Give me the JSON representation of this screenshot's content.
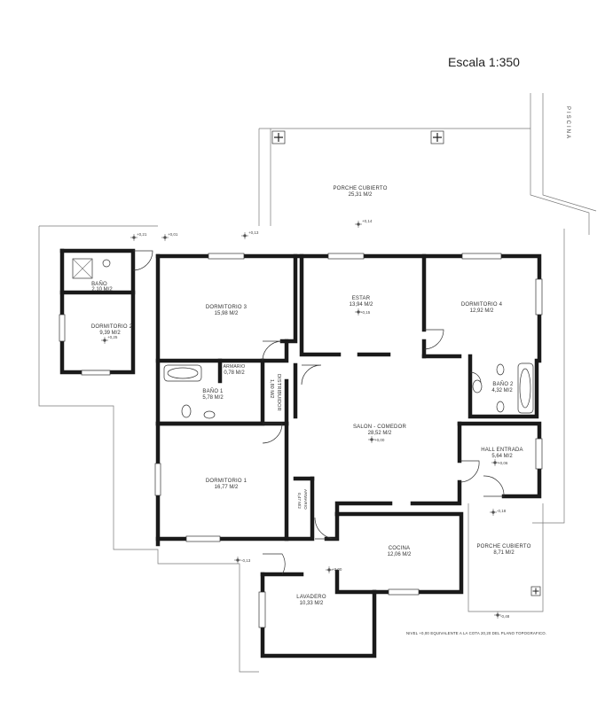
{
  "scale_label": "Escala 1:350",
  "pool_label": "PISCINA",
  "note": "NIVEL +0,00 EQUIVALENTE A LA COTA 20,20 DEL PLANO TOPOGRAFICO.",
  "rooms": {
    "porche_top": {
      "name": "PORCHE CUBIERTO",
      "area": "25,31 M/2"
    },
    "bano_small": {
      "name": "BAÑO",
      "area": "2,10 M/2"
    },
    "dormitorio2": {
      "name": "DORMITORIO 2",
      "area": "9,39 M/2"
    },
    "dormitorio3": {
      "name": "DORMITORIO 3",
      "area": "15,98 M/2"
    },
    "estar": {
      "name": "ESTAR",
      "area": "13,94 M/2"
    },
    "dormitorio4": {
      "name": "DORMITORIO 4",
      "area": "12,92 M/2"
    },
    "armario1": {
      "name": "ARMARIO",
      "area": "0,78 M/2"
    },
    "bano1": {
      "name": "BAÑO 1",
      "area": "5,78 M/2"
    },
    "distribuidor": {
      "name": "DISTRIBUIDOR",
      "area": "1,80 M/2"
    },
    "bano2": {
      "name": "BAÑO 2",
      "area": "4,32 M/2"
    },
    "salon": {
      "name": "SALON - COMEDOR",
      "area": "28,52 M/2"
    },
    "hall": {
      "name": "HALL ENTRADA",
      "area": "5,64 M/2"
    },
    "dormitorio1": {
      "name": "DORMITORIO 1",
      "area": "16,77 M/2"
    },
    "armario2": {
      "name": "ARMARIO",
      "area": "0,47 M/2"
    },
    "cocina": {
      "name": "COCINA",
      "area": "12,06 M/2"
    },
    "porche_bottom": {
      "name": "PORCHE CUBIERTO",
      "area": "8,71 M/2"
    },
    "lavadero": {
      "name": "LAVADERO",
      "area": "10,33 M/2"
    }
  },
  "levels": {
    "l_021": "+0,21",
    "l_001": "+0,01",
    "l_013a": "+0,13",
    "l_014": "+0,14",
    "l_025": "+0,25",
    "l_015": "-0,15",
    "l_000a": "+0,00",
    "l_006": "+0,06",
    "l_018": "-0,18",
    "l_013b": "-0,13",
    "l_000b": "+0,00",
    "l_048": "-0,48"
  }
}
